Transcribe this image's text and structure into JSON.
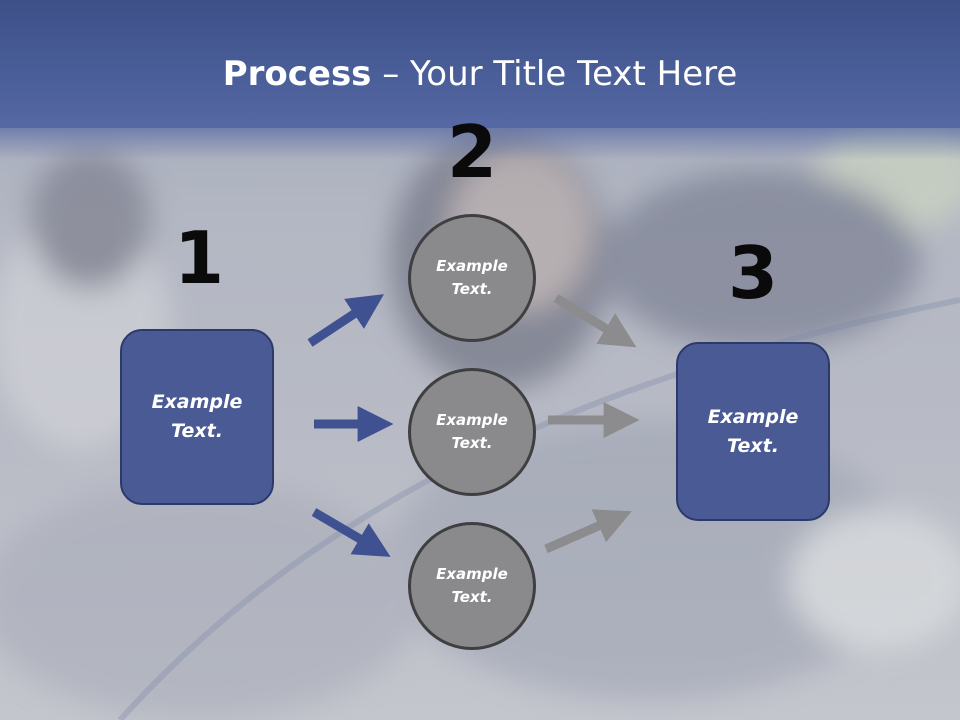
{
  "title": {
    "bold": "Process",
    "rest": " – Your Title Text Here"
  },
  "steps": [
    "1",
    "2",
    "3"
  ],
  "boxes": {
    "left": "Example\nText.",
    "right": "Example\nText."
  },
  "circles": [
    "Example\nText.",
    "Example\nText.",
    "Example\nText."
  ],
  "colors": {
    "header": "#4a5e99",
    "box": "#4a5a94",
    "circle": "#8a8a8c",
    "arrow_blue": "#3f5191",
    "arrow_gray": "#8c8c8e"
  }
}
